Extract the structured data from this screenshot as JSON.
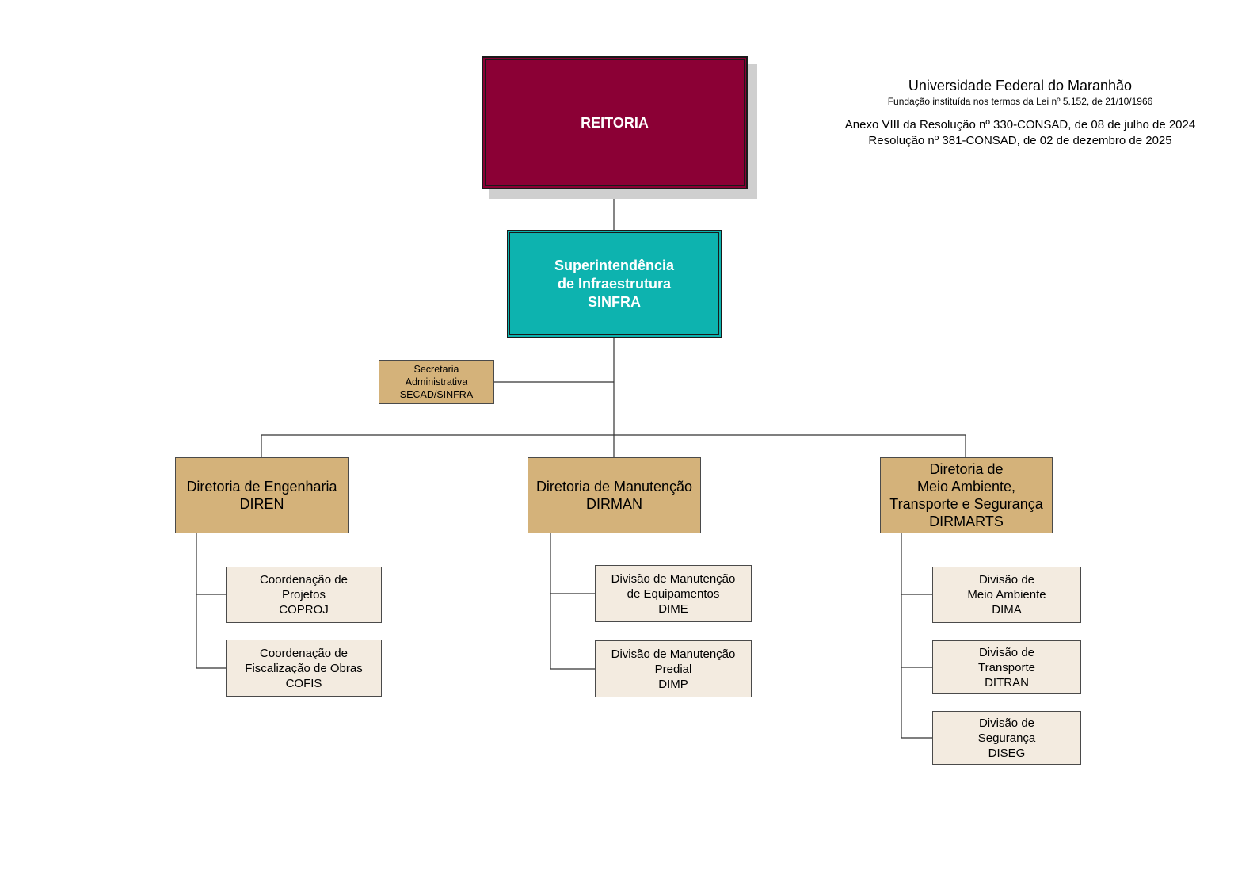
{
  "header": {
    "university": "Universidade Federal do Maranhão",
    "foundation": "Fundação instituída nos termos da Lei nº 5.152, de 21/10/1966",
    "annex": "Anexo VIII da Resolução nº 330-CONSAD, de 08 de julho de 2024",
    "resolution": "Resolução nº 381-CONSAD, de 02 de dezembro de 2025"
  },
  "org": {
    "reitoria": {
      "name": "REITORIA"
    },
    "sinfra": {
      "line1": "Superintendência",
      "line2": "de Infraestrutura",
      "acronym": "SINFRA"
    },
    "secad": {
      "line1": "Secretaria",
      "line2": "Administrativa",
      "acronym": "SECAD/SINFRA"
    },
    "directorates": [
      {
        "lines": [
          "Diretoria de Engenharia",
          "DIREN"
        ],
        "units": [
          {
            "lines": [
              "Coordenação de",
              "Projetos",
              "COPROJ"
            ]
          },
          {
            "lines": [
              "Coordenação de",
              "Fiscalização de Obras",
              "COFIS"
            ]
          }
        ]
      },
      {
        "lines": [
          "Diretoria de Manutenção",
          "DIRMAN"
        ],
        "units": [
          {
            "lines": [
              "Divisão de Manutenção",
              "de Equipamentos",
              "DIME"
            ]
          },
          {
            "lines": [
              "Divisão de Manutenção",
              "Predial",
              "DIMP"
            ]
          }
        ]
      },
      {
        "lines": [
          "Diretoria de",
          "Meio Ambiente,",
          "Transporte e Segurança",
          "DIRMARTS"
        ],
        "units": [
          {
            "lines": [
              "Divisão de",
              "Meio Ambiente",
              "DIMA"
            ]
          },
          {
            "lines": [
              "Divisão de",
              "Transporte",
              "DITRAN"
            ]
          },
          {
            "lines": [
              "Divisão de",
              "Segurança",
              "DISEG"
            ]
          }
        ]
      }
    ]
  },
  "colors": {
    "reitoria": "#8b0035",
    "sinfra": "#0db3af",
    "directorate": "#d4b27a",
    "unit": "#f3ebe0"
  }
}
